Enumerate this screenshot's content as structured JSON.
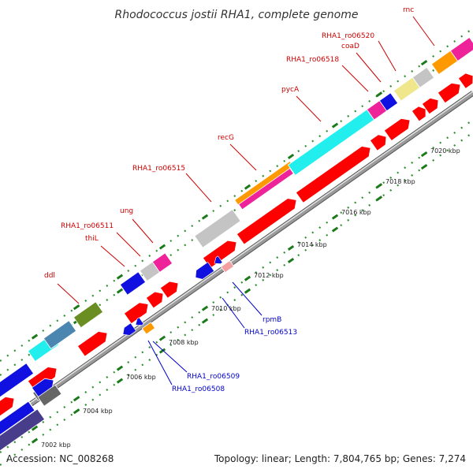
{
  "header": {
    "title": "Rhodococcus jostii RHA1, complete genome"
  },
  "footer": {
    "accession": "Accession: NC_008268",
    "summary": "Topology: linear; Length: 7,804,765 bp; Genes: 7,274"
  },
  "colors": {
    "backbone": "#8c8c8c",
    "tick_dot": "#2f8f2f",
    "tick_major": "#1a7a1a",
    "label_upper": "#cc0000",
    "label_lower": "#0000cc",
    "red": "#ff0000",
    "blue": "#1010e0",
    "pink": "#ee2299",
    "cyan": "#22eeee",
    "orange": "#ff9900",
    "gray": "#c4c4c4",
    "olive": "#6b8e23",
    "steelblue": "#4a86b0",
    "khaki": "#f0e68c",
    "darkslate": "#483d8b",
    "darkgray": "#666666",
    "salmon": "#f4a0a0"
  },
  "ticks": [
    "7002 kbp",
    "7004 kbp",
    "7006 kbp",
    "7008 kbp",
    "7010 kbp",
    "7012 kbp",
    "7014 kbp",
    "7016 kbp",
    "7018 kbp",
    "7020 kbp"
  ],
  "labels_upper": [
    "ddl",
    "thiL",
    "RHA1_ro06511",
    "ung",
    "RHA1_ro06515",
    "recG",
    "pycA",
    "RHA1_ro06518",
    "coaD",
    "RHA1_ro06520",
    "rnc"
  ],
  "labels_lower": [
    "RHA1_ro06508",
    "RHA1_ro06509",
    "RHA1_ro06513",
    "rpmB"
  ]
}
